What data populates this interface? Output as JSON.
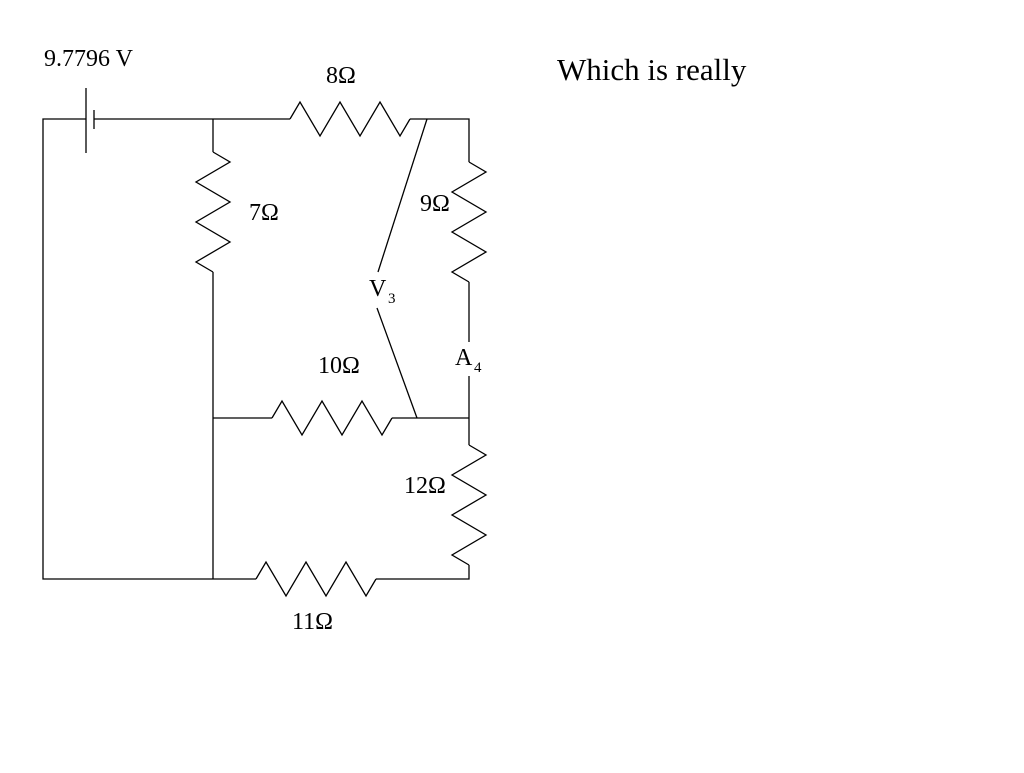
{
  "battery": {
    "label": "9.7796 V"
  },
  "resistors": {
    "r8": "8Ω",
    "r7": "7Ω",
    "r9": "9Ω",
    "r10": "10Ω",
    "r12": "12Ω",
    "r11": "11Ω"
  },
  "meters": {
    "voltmeter": {
      "letter": "V",
      "index": "3"
    },
    "ammeter": {
      "letter": "A",
      "index": "4"
    }
  },
  "note": "Which is really"
}
